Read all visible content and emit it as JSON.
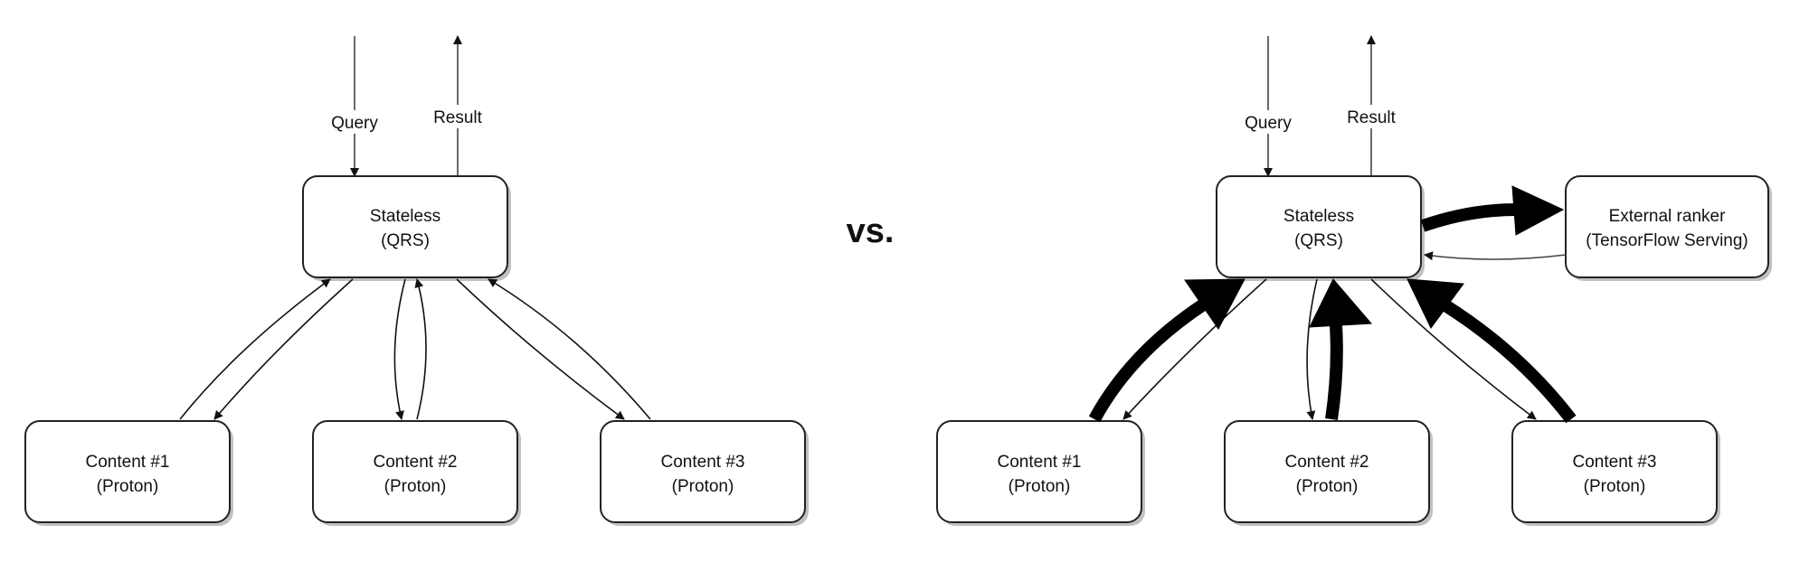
{
  "comparison_label": "vs.",
  "left_diagram": {
    "query_label": "Query",
    "result_label": "Result",
    "stateless": {
      "line1": "Stateless",
      "line2": "(QRS)"
    },
    "content_nodes": [
      {
        "line1": "Content #1",
        "line2": "(Proton)"
      },
      {
        "line1": "Content #2",
        "line2": "(Proton)"
      },
      {
        "line1": "Content #3",
        "line2": "(Proton)"
      }
    ]
  },
  "right_diagram": {
    "query_label": "Query",
    "result_label": "Result",
    "stateless": {
      "line1": "Stateless",
      "line2": "(QRS)"
    },
    "external_ranker": {
      "line1": "External ranker",
      "line2": "(TensorFlow Serving)"
    },
    "content_nodes": [
      {
        "line1": "Content #1",
        "line2": "(Proton)"
      },
      {
        "line1": "Content #2",
        "line2": "(Proton)"
      },
      {
        "line1": "Content #3",
        "line2": "(Proton)"
      }
    ]
  },
  "colors": {
    "box_stroke": "#222222",
    "box_fill": "#ffffff",
    "edge": "#111111",
    "heavy_edge": "#000000",
    "shadow": "#8c8c8c"
  }
}
